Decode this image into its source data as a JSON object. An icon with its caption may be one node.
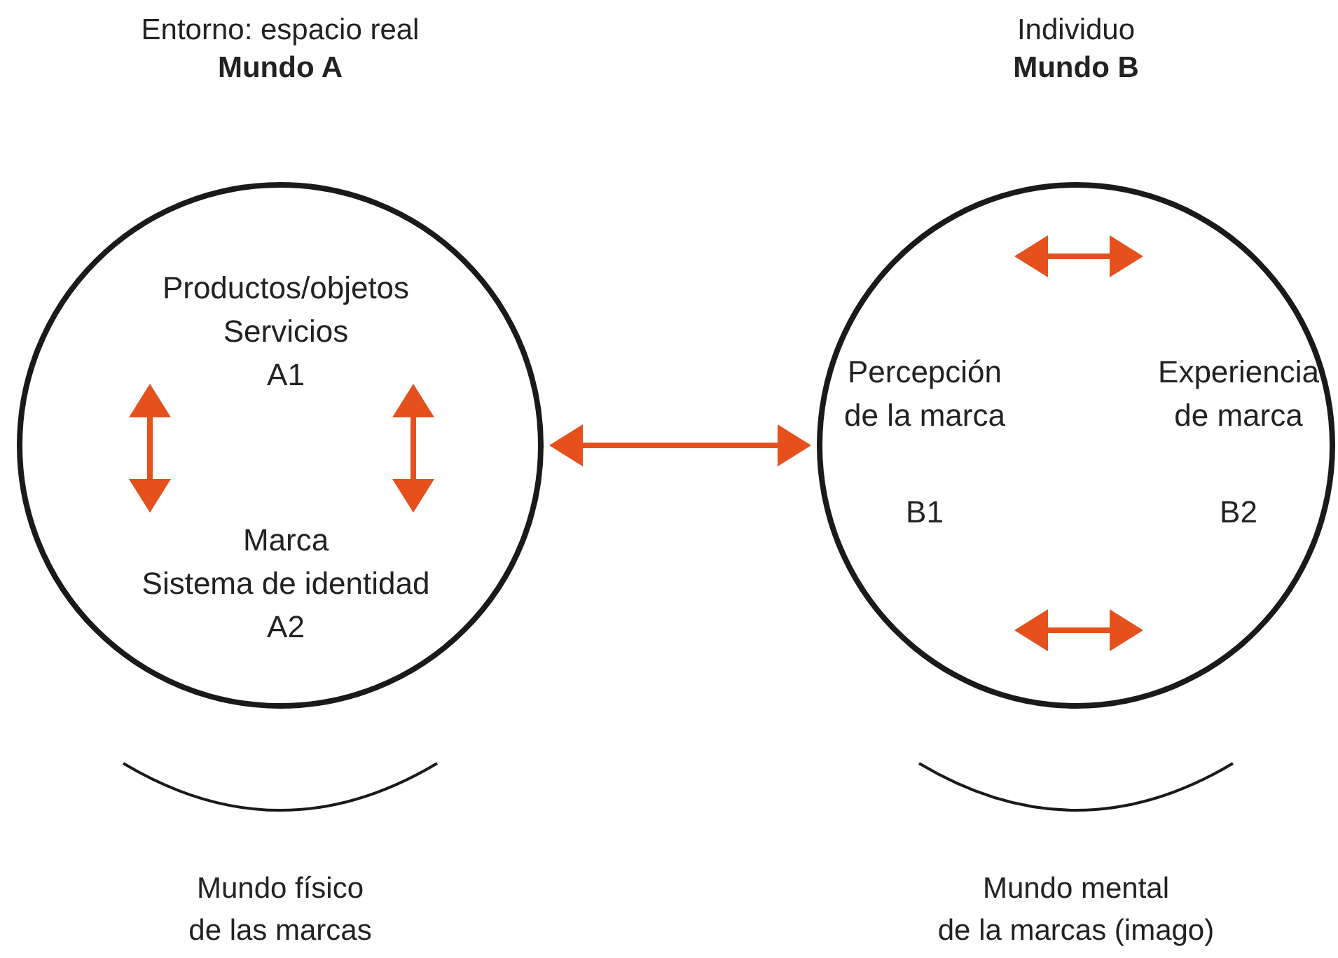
{
  "diagram": {
    "nodes": [
      {
        "text": [
          "Entorno: espacio real",
          "Mundo A"
        ]
      },
      {
        "text": [
          "Productos/objetos",
          "Servicios",
          "A1"
        ],
        "in": 0
      },
      {
        "text": [
          "Marca",
          "Sistema de identidad",
          "A2"
        ],
        "in": 0
      },
      {
        "text": [
          "Individuo",
          "Mundo B"
        ]
      },
      {
        "text": [
          "Percepción de la marca",
          "B1"
        ],
        "in": 3
      },
      {
        "text": [
          "Experiencia de marca",
          "B2"
        ],
        "in": 3
      }
    ],
    "edges": [
      {
        "from": 1,
        "to": 2,
        "arrow": "both"
      },
      {
        "from": 1,
        "to": 2,
        "arrow": "both"
      },
      {
        "from": 0,
        "to": 3,
        "arrow": "both"
      },
      {
        "from": 4,
        "to": 5,
        "arrow": "both"
      },
      {
        "from": 4,
        "to": 5,
        "arrow": "both"
      }
    ],
    "labels": [
      "Mundo físico",
      "de las marcas",
      "Mundo mental",
      "de la marcas (imago)"
    ]
  }
}
